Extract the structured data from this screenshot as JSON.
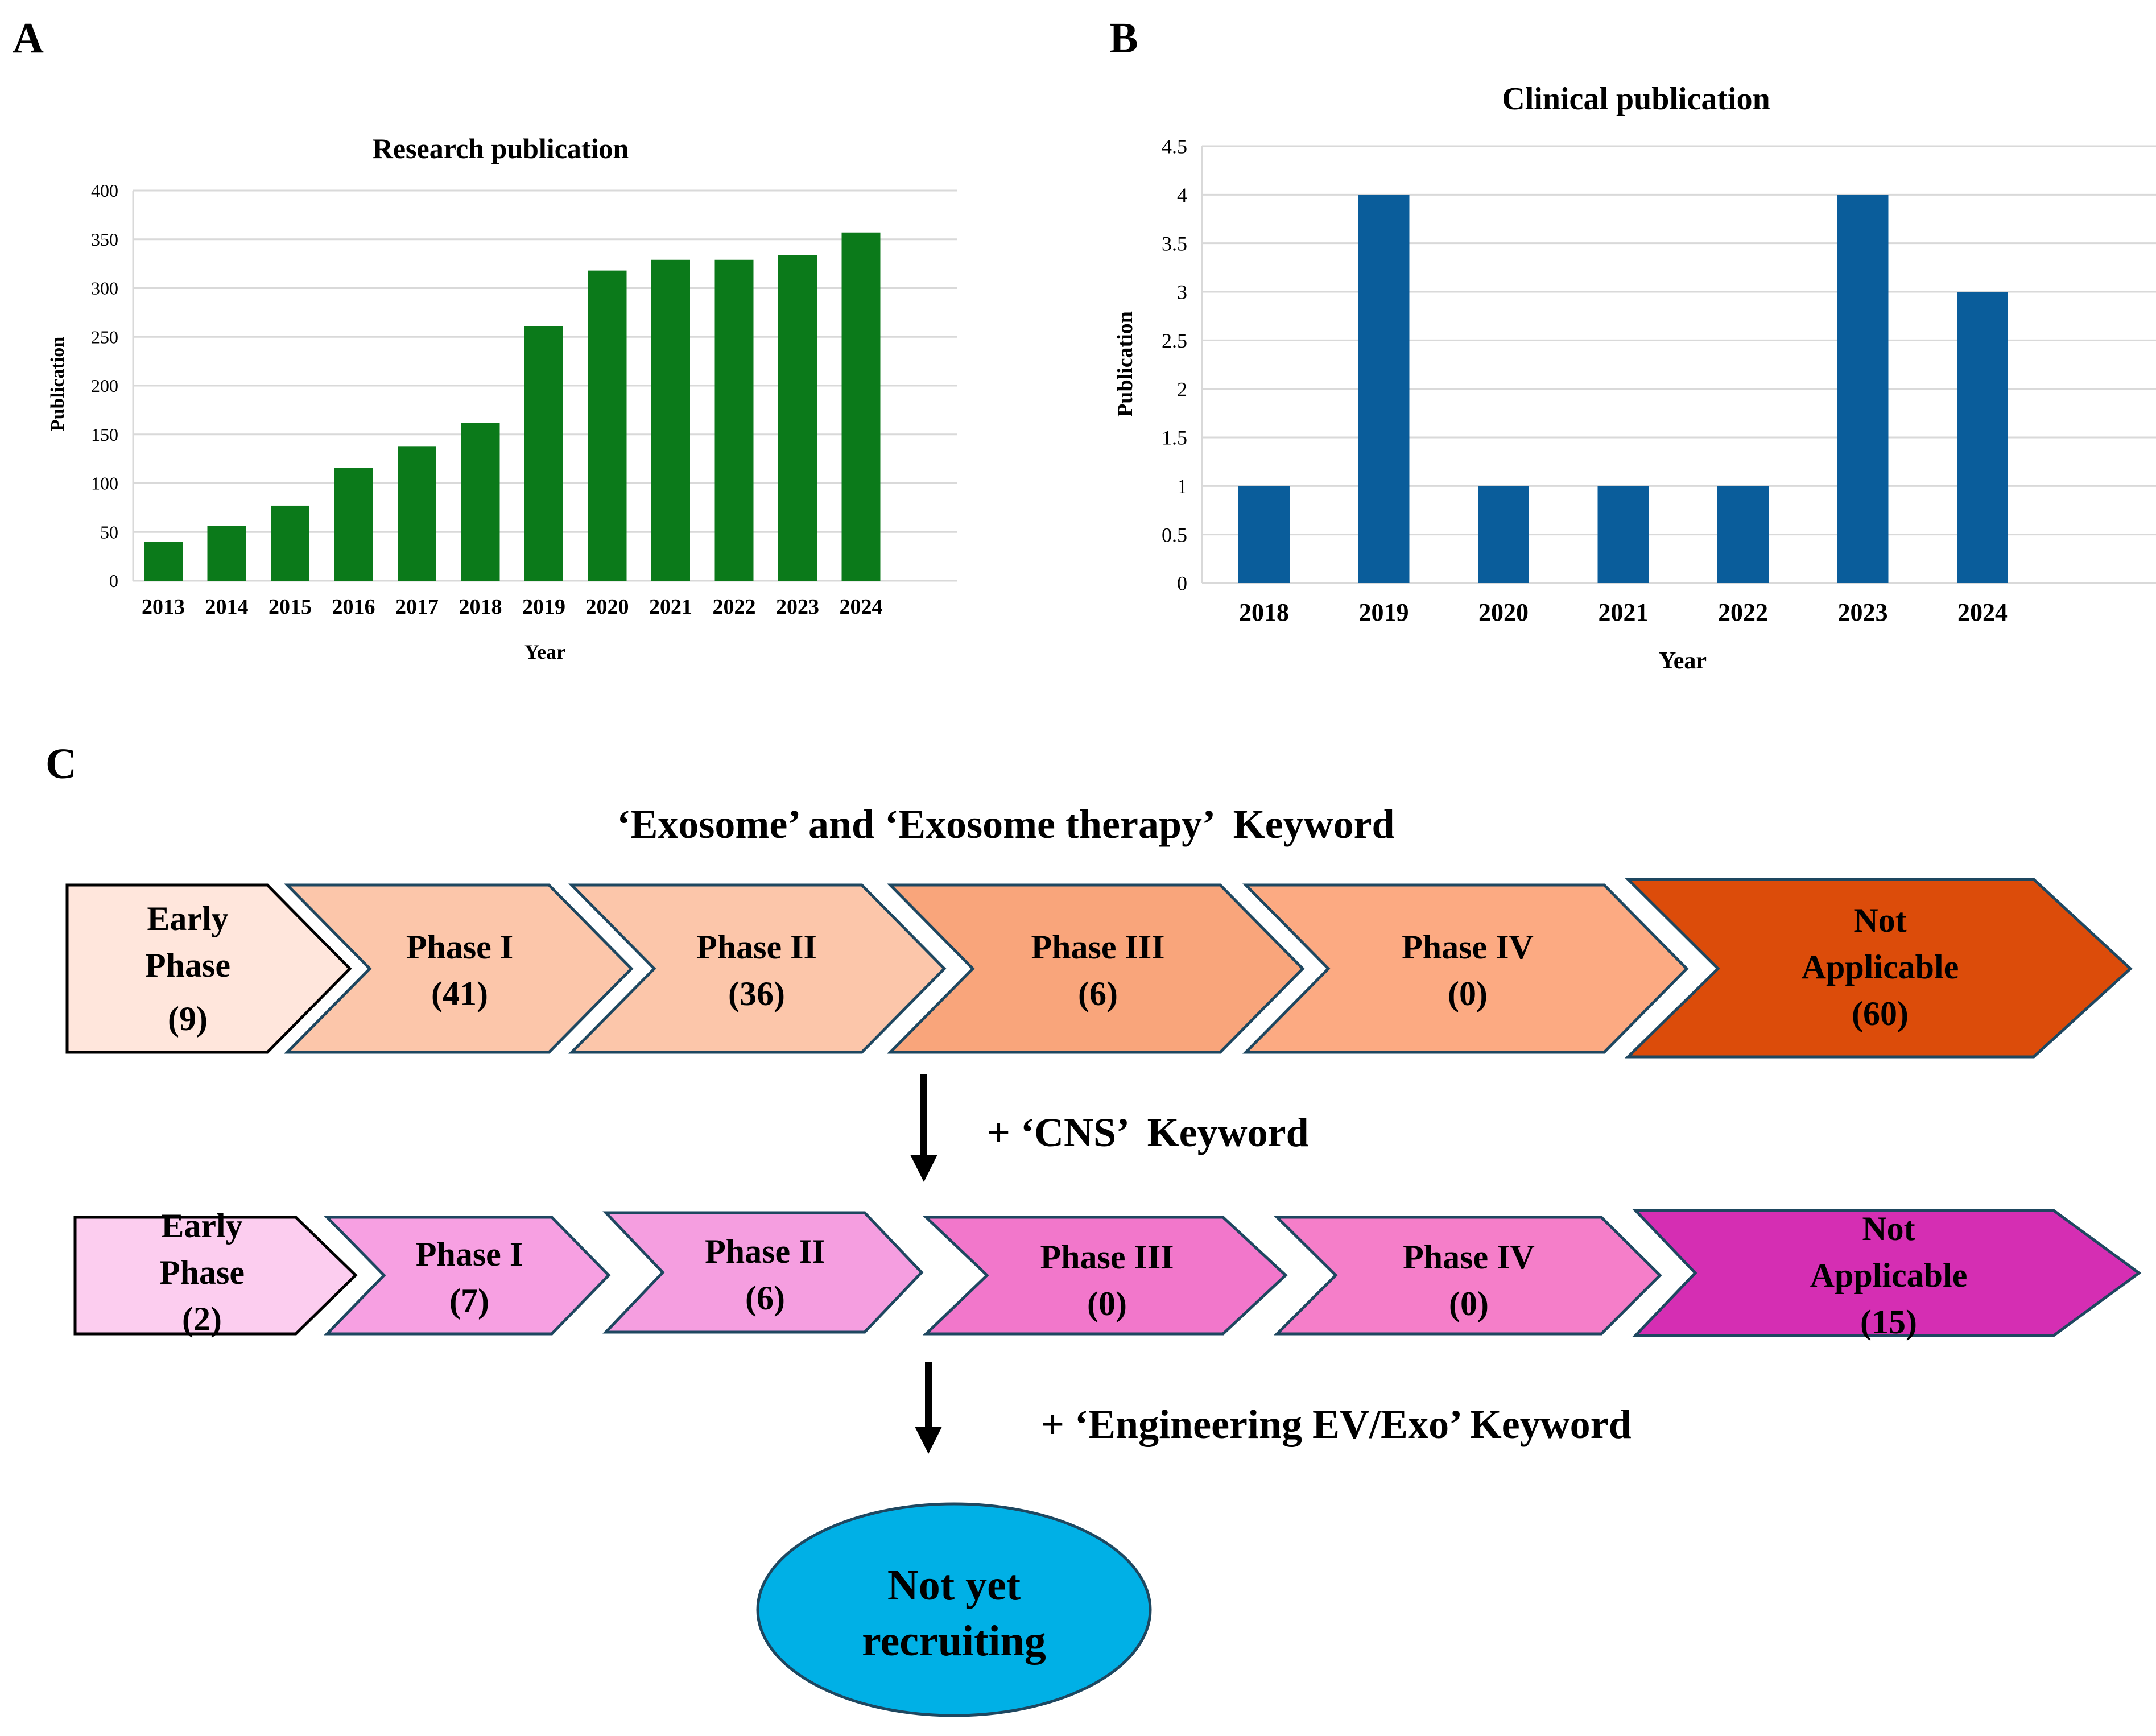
{
  "panels": {
    "a": {
      "letter": "A"
    },
    "b": {
      "letter": "B"
    },
    "c": {
      "letter": "C"
    }
  },
  "chart_data": [
    {
      "type": "bar",
      "title": "Research publication",
      "xlabel": "Year",
      "ylabel": "Publication",
      "categories": [
        "2013",
        "2014",
        "2015",
        "2016",
        "2017",
        "2018",
        "2019",
        "2020",
        "2021",
        "2022",
        "2023",
        "2024"
      ],
      "values": [
        40,
        56,
        77,
        116,
        138,
        162,
        261,
        318,
        329,
        329,
        334,
        357
      ],
      "ylim": [
        0,
        400
      ],
      "yticks": [
        0,
        50,
        100,
        150,
        200,
        250,
        300,
        350,
        400
      ],
      "grid": true,
      "color": "#0b7a1a"
    },
    {
      "type": "bar",
      "title": "Clinical publication",
      "xlabel": "Year",
      "ylabel": "Publication",
      "categories": [
        "2018",
        "2019",
        "2020",
        "2021",
        "2022",
        "2023",
        "2024"
      ],
      "values": [
        1,
        4,
        1,
        1,
        1,
        4,
        3
      ],
      "ylim": [
        0,
        4.5
      ],
      "yticks": [
        0,
        0.5,
        1,
        1.5,
        2,
        2.5,
        3,
        3.5,
        4,
        4.5
      ],
      "grid": true,
      "color": "#0a5d9b"
    }
  ],
  "flow": {
    "row1": {
      "header": "‘Exosome’ and ‘Exosome therapy’  Keyword",
      "steps": [
        {
          "name": "Early Phase",
          "lines": [
            "Early",
            "Phase"
          ],
          "count": "(9)",
          "color": "#ffe6dc"
        },
        {
          "name": "Phase I",
          "lines": [
            "Phase I"
          ],
          "count": "(41)",
          "color": "#fcc6aa"
        },
        {
          "name": "Phase II",
          "lines": [
            "Phase II"
          ],
          "count": "(36)",
          "color": "#fcc6aa"
        },
        {
          "name": "Phase III",
          "lines": [
            "Phase III"
          ],
          "count": "(6)",
          "color": "#f9a57b"
        },
        {
          "name": "Phase IV",
          "lines": [
            "Phase IV"
          ],
          "count": "(0)",
          "color": "#fcaa82"
        },
        {
          "name": "Not Applicable",
          "lines": [
            "Not",
            "Applicable"
          ],
          "count": "(60)",
          "color": "#dc4c0a"
        }
      ]
    },
    "arrow1_label": "+ ‘CNS’  Keyword",
    "row2": {
      "steps": [
        {
          "name": "Early Phase",
          "lines": [
            "Early",
            "Phase"
          ],
          "count": "(2)",
          "color": "#fccdef"
        },
        {
          "name": "Phase I",
          "lines": [
            "Phase I"
          ],
          "count": "(7)",
          "color": "#f7a0e2"
        },
        {
          "name": "Phase II",
          "lines": [
            "Phase II"
          ],
          "count": "(6)",
          "color": "#f59ee0"
        },
        {
          "name": "Phase III",
          "lines": [
            "Phase III"
          ],
          "count": "(0)",
          "color": "#f277cb"
        },
        {
          "name": "Phase IV",
          "lines": [
            "Phase IV"
          ],
          "count": "(0)",
          "color": "#f57ec9"
        },
        {
          "name": "Not Applicable",
          "lines": [
            "Not",
            "Applicable"
          ],
          "count": "(15)",
          "color": "#d52eb3"
        }
      ]
    },
    "arrow2_label": "+ ‘Engineering EV/Exo’ Keyword",
    "result": {
      "lines": [
        "Not yet",
        "recruiting"
      ],
      "color": "#00b0e6"
    }
  }
}
